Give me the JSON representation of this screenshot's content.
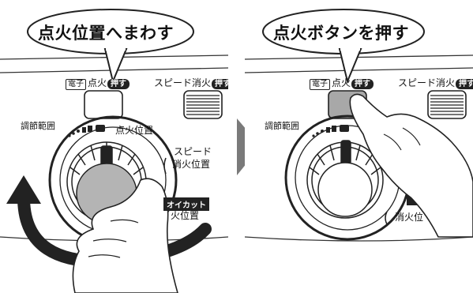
{
  "steps": [
    {
      "caption": "点火位置へまわす",
      "ignite_button": {
        "tag": "電子",
        "text": "点火",
        "push": "押す"
      },
      "speed_off_button": {
        "text": "スピード消火",
        "push": "押す"
      },
      "adjust_range": "調節範囲",
      "ignite_position": "点火位置",
      "speed_off_position": [
        "スピード",
        "消火位置"
      ],
      "oil_cut_label": "オイカット",
      "fire_position": "火位置"
    },
    {
      "caption": "点火ボタンを押す",
      "ignite_button": {
        "tag": "電子",
        "text": "点火",
        "push": "押す"
      },
      "speed_off_button": {
        "text": "スピード消火",
        "push": "押す"
      },
      "adjust_range": "調節範囲",
      "fire_position": "消火位"
    }
  ]
}
